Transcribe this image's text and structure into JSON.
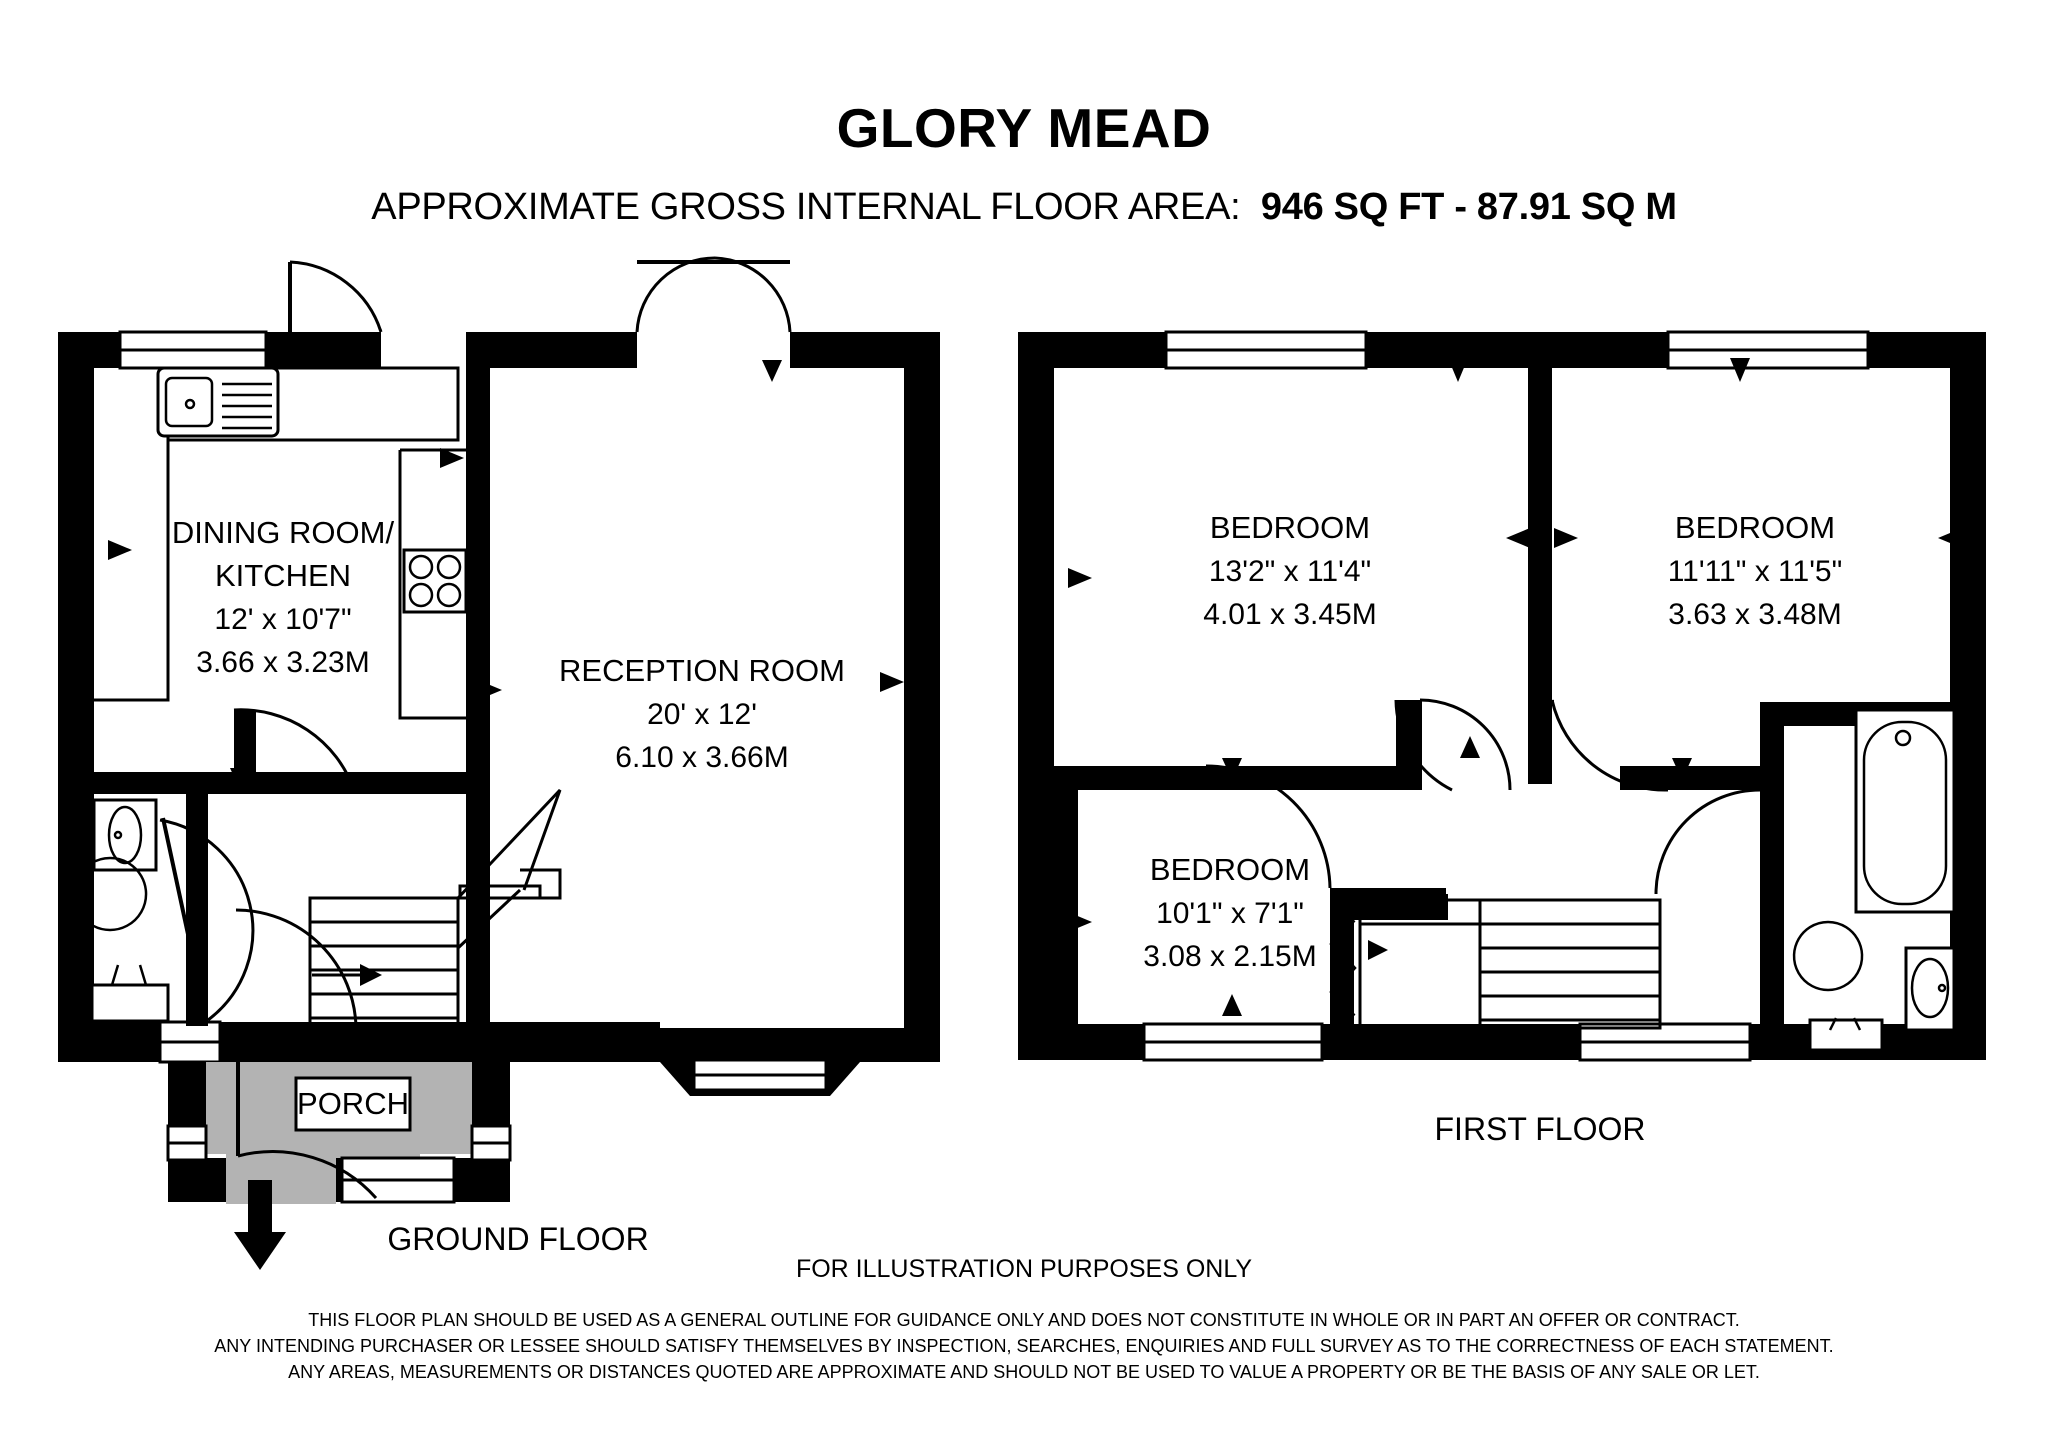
{
  "header": {
    "title": "GLORY MEAD",
    "area_label": "APPROXIMATE GROSS INTERNAL FLOOR AREA:",
    "area_value": "946 SQ FT  -  87.91 SQ M"
  },
  "floors": [
    {
      "id": "ground",
      "label": "GROUND FLOOR"
    },
    {
      "id": "first",
      "label": "FIRST FLOOR"
    }
  ],
  "rooms": {
    "dining_kitchen": {
      "name_line1": "DINING ROOM/",
      "name_line2": "KITCHEN",
      "imperial": "12' x 10'7\"",
      "metric": "3.66 x 3.23M"
    },
    "reception": {
      "name": "RECEPTION ROOM",
      "imperial": "20' x 12'",
      "metric": "6.10 x 3.66M"
    },
    "porch": {
      "name": "PORCH"
    },
    "bedroom1": {
      "name": "BEDROOM",
      "imperial": "13'2\" x 11'4\"",
      "metric": "4.01 x 3.45M"
    },
    "bedroom2": {
      "name": "BEDROOM",
      "imperial": "11'11\" x 11'5\"",
      "metric": "3.63 x 3.48M"
    },
    "bedroom3": {
      "name": "BEDROOM",
      "imperial": "10'1\" x 7'1\"",
      "metric": "3.08 x 2.15M"
    }
  },
  "footer": {
    "illustration": "FOR ILLUSTRATION PURPOSES ONLY",
    "disclaimer_line1": "THIS FLOOR PLAN SHOULD BE USED AS A GENERAL OUTLINE FOR GUIDANCE ONLY AND DOES NOT CONSTITUTE IN WHOLE OR IN PART AN OFFER OR CONTRACT.",
    "disclaimer_line2": "ANY INTENDING PURCHASER OR LESSEE SHOULD SATISFY THEMSELVES BY INSPECTION, SEARCHES, ENQUIRIES AND FULL SURVEY AS TO THE CORRECTNESS OF EACH STATEMENT.",
    "disclaimer_line3": "ANY AREAS, MEASUREMENTS OR DISTANCES QUOTED ARE APPROXIMATE AND SHOULD NOT BE USED TO VALUE A PROPERTY OR BE THE BASIS OF ANY SALE OR LET."
  },
  "colors": {
    "ink": "#000000",
    "paper": "#ffffff",
    "porch_fill": "#b3b3b3"
  }
}
